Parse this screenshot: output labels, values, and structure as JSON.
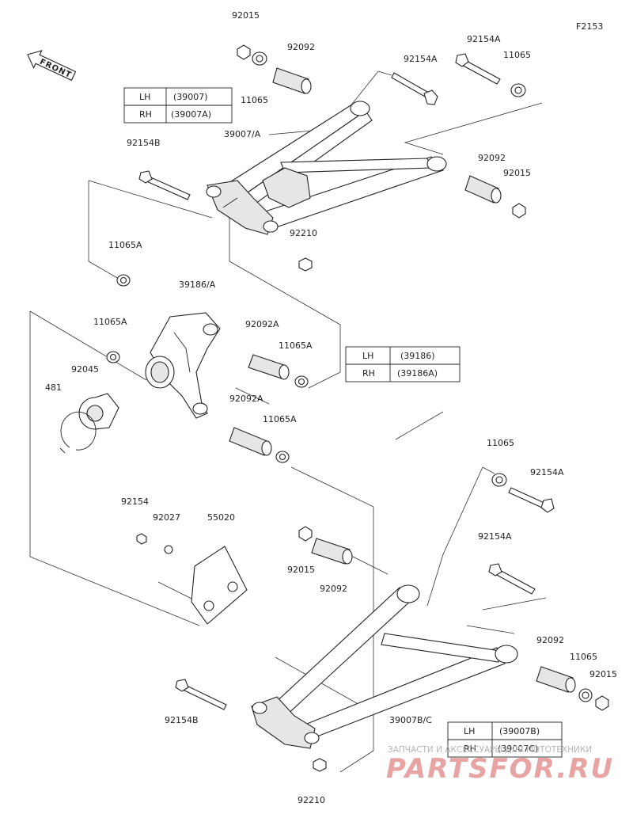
{
  "figure_id": "F2153",
  "front_label": "FRONT",
  "parts": {
    "p92015_top": "92015",
    "p92092_top": "92092",
    "p11065_topleft": "11065",
    "p92154A_top1": "92154A",
    "p11065_topright": "11065",
    "p92154A_top2": "92154A",
    "p39007A": "39007/A",
    "p92154B_top": "92154B",
    "p92092_right": "92092",
    "p92015_right": "92015",
    "p92210_top": "92210",
    "p11065A_1": "11065A",
    "p39186A": "39186/A",
    "p11065A_2": "11065A",
    "p92092A_1": "92092A",
    "p11065A_3": "11065A",
    "p92045": "92045",
    "p481": "481",
    "p92092A_2": "92092A",
    "p11065A_4": "11065A",
    "p11065_mid": "11065",
    "p92154A_mid": "92154A",
    "p92154": "92154",
    "p92027": "92027",
    "p55020": "55020",
    "p92015_mid": "92015",
    "p92092_mid": "92092",
    "p92154A_low": "92154A",
    "p92092_low": "92092",
    "p11065_low": "11065",
    "p92015_low": "92015",
    "p92154B_low": "92154B",
    "p39007BC": "39007B/C",
    "p92210_low": "92210"
  },
  "tables": {
    "t1": {
      "lh": "LH",
      "lh_val": "(39007)",
      "rh": "RH",
      "rh_val": "(39007A)"
    },
    "t2": {
      "lh": "LH",
      "lh_val": "(39186)",
      "rh": "RH",
      "rh_val": "(39186A)"
    },
    "t3": {
      "lh": "LH",
      "lh_val": "(39007B)",
      "rh": "RH",
      "rh_val": "(39007C)"
    }
  },
  "watermark": {
    "line1": "ЗАПЧАСТИ И АКСЕССУАРЫ ДЛЯ МОТОТЕХНИКИ",
    "line2": "PARTSFOR.RU"
  }
}
